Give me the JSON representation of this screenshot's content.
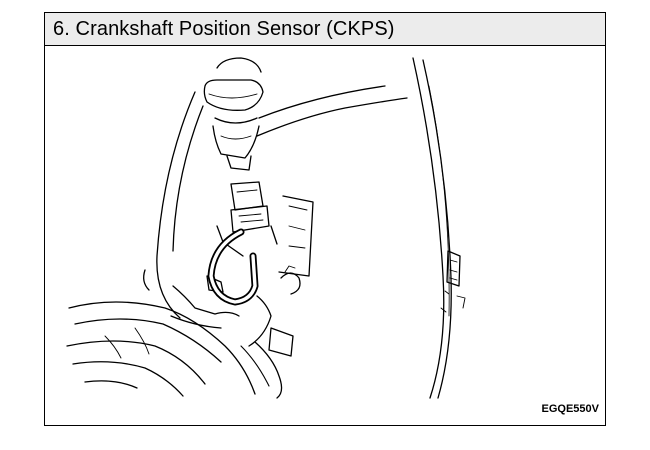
{
  "header": {
    "title": "6. Crankshaft Position Sensor (CKPS)"
  },
  "figure": {
    "code": "EGQE550V"
  },
  "icons": {
    "illustration": "crankshaft-sensor-line-drawing"
  }
}
